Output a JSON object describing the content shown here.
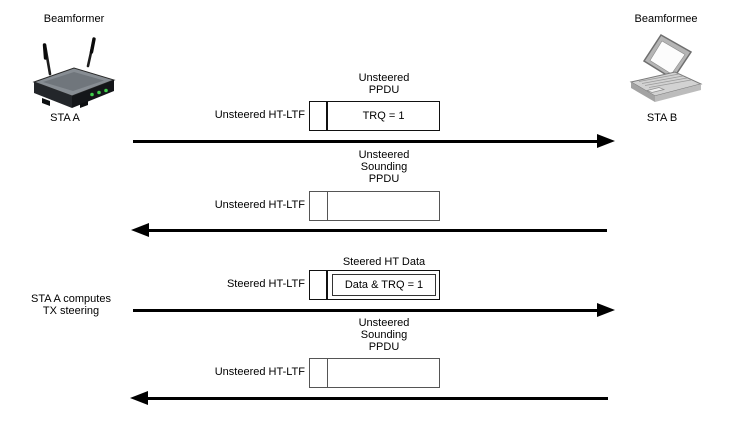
{
  "diagram": {
    "title_semantic": "Implicit transmit beamforming exchange",
    "entities": {
      "beamformer": {
        "role_label": "Beamformer",
        "station_label": "STA A",
        "device_icon": "wireless-router-icon"
      },
      "beamformee": {
        "role_label": "Beamformee",
        "station_label": "STA B",
        "device_icon": "laptop-icon"
      }
    },
    "side_note": {
      "lines": [
        "STA A computes",
        "TX steering"
      ]
    },
    "exchanges": [
      {
        "direction": "left-to-right",
        "title_lines": [
          "Unsteered",
          "PPDU"
        ],
        "ltf_label": "Unsteered HT-LTF",
        "payload_label": "TRQ = 1"
      },
      {
        "direction": "right-to-left",
        "title_lines": [
          "Unsteered",
          "Sounding",
          "PPDU"
        ],
        "ltf_label": "Unsteered HT-LTF",
        "payload_label": ""
      },
      {
        "direction": "left-to-right",
        "title_lines": [
          "Steered HT Data"
        ],
        "ltf_label": "Steered HT-LTF",
        "payload_label": "Data & TRQ = 1"
      },
      {
        "direction": "right-to-left",
        "title_lines": [
          "Unsteered",
          "Sounding",
          "PPDU"
        ],
        "ltf_label": "Unsteered HT-LTF",
        "payload_label": ""
      }
    ],
    "colors": {
      "arrow": "#000000",
      "text": "#000000",
      "frame_border_dark": "#111111",
      "frame_border_light": "#555555",
      "led_green": "#3fcf4a"
    }
  }
}
